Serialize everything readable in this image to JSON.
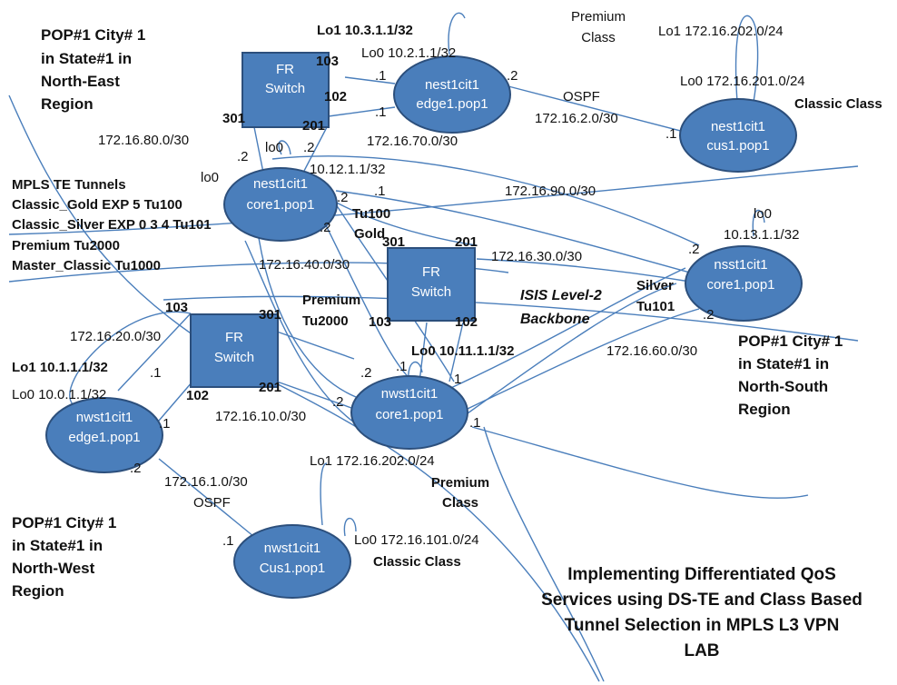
{
  "title": [
    "Implementing Differentiated QoS",
    "Services using DS-TE and Class Based",
    "Tunnel Selection in MPLS L3 VPN",
    "LAB"
  ],
  "regions": {
    "ne": [
      "POP#1 City# 1",
      "in State#1 in",
      "North-East",
      "Region"
    ],
    "ns": [
      "POP#1 City# 1",
      "in State#1 in",
      "North-South",
      "Region"
    ],
    "nw": [
      "POP#1 City# 1",
      "in State#1 in",
      "North-West",
      "Region"
    ]
  },
  "tunnels": [
    "MPLS TE Tunnels",
    "Classic_Gold EXP 5  Tu100",
    "Classic_Silver EXP 0 3 4 Tu101",
    "Premium Tu2000",
    "Master_Classic Tu1000"
  ],
  "nodes": {
    "nest_edge": [
      "nest1cit1",
      "edge1.pop1"
    ],
    "nest_cus": [
      "nest1cit1",
      "cus1.pop1"
    ],
    "nest_core": [
      "nest1cit1",
      "core1.pop1"
    ],
    "nsst_core": [
      "nsst1cit1",
      "core1.pop1"
    ],
    "nwst_core": [
      "nwst1cit1",
      "core1.pop1"
    ],
    "nwst_edge": [
      "nwst1cit1",
      "edge1.pop1"
    ],
    "nwst_cus": [
      "nwst1cit1",
      "Cus1.pop1"
    ]
  },
  "switches": {
    "sw1": [
      "FR",
      "Switch"
    ],
    "sw2": [
      "FR",
      "Switch"
    ],
    "sw3": [
      "FR",
      "Switch"
    ]
  },
  "labels": {
    "lo1_nest_edge": "Lo1 10.3.1.1/32",
    "lo0_nest_edge": "Lo0 10.2.1.1/32",
    "premium_class_top": [
      "Premium",
      "Class"
    ],
    "lo1_cus_top": "Lo1 172.16.202.0/24",
    "lo0_cus_top": "Lo0 172.16.201.0/24",
    "classic_class_top": "Classic Class",
    "ospf_top": "OSPF",
    "net_172_16_2": "172.16.2.0/30",
    "net_172_16_70": "172.16.70.0/30",
    "net_172_16_80": "172.16.80.0/30",
    "net_172_16_90": "172.16.90.0/30",
    "net_172_16_30": "172.16.30.0/30",
    "net_172_16_40": "172.16.40.0/30",
    "net_172_16_20": "172.16.20.0/30",
    "net_172_16_10": "172.16.10.0/30",
    "net_172_16_60": "172.16.60.0/30",
    "net_172_16_1": "172.16.1.0/30",
    "ospf_bottom": "OSPF",
    "lo0_nest_core_ip": "10.12.1.1/32",
    "lo0_nsst_core_ip": "10.13.1.1/32",
    "lo0_nwst_core": "Lo0 10.11.1.1/32",
    "lo1_nwst_edge": "Lo1 10.1.1.1/32",
    "lo0_nwst_edge": "Lo0 10.0.1.1/32",
    "lo1_cus_bottom": "Lo1 172.16.202.0/24",
    "lo0_cus_bottom": "Lo0 172.16.101.0/24",
    "classic_class_bottom": "Classic Class",
    "premium_class_bottom": [
      "Premium",
      "Class"
    ],
    "isis": [
      "ISIS Level-2",
      "Backbone"
    ],
    "tu100": [
      "Tu100",
      "Gold"
    ],
    "silver": [
      "Silver",
      "Tu101"
    ],
    "premium_tu": [
      "Premium",
      "Tu2000"
    ],
    "lo0": "lo0"
  },
  "ports": {
    "p103a": "103",
    "p102a": "102",
    "p301a": "301",
    "p201a": "201",
    "p301b": "301",
    "p201b": "201",
    "p103b": "103",
    "p102b": "102",
    "p103c": "103",
    "p301c": "301",
    "p102c": "102",
    "p201c": "201"
  },
  "ifaces": [
    ".1",
    ".2",
    ".1",
    ".2",
    ".2",
    ".2",
    ".1",
    ".2",
    ".2",
    ".1",
    ".2",
    ".2",
    ".1",
    ".1",
    ".1",
    ".2",
    ".2",
    ".1",
    "1",
    ".1"
  ]
}
